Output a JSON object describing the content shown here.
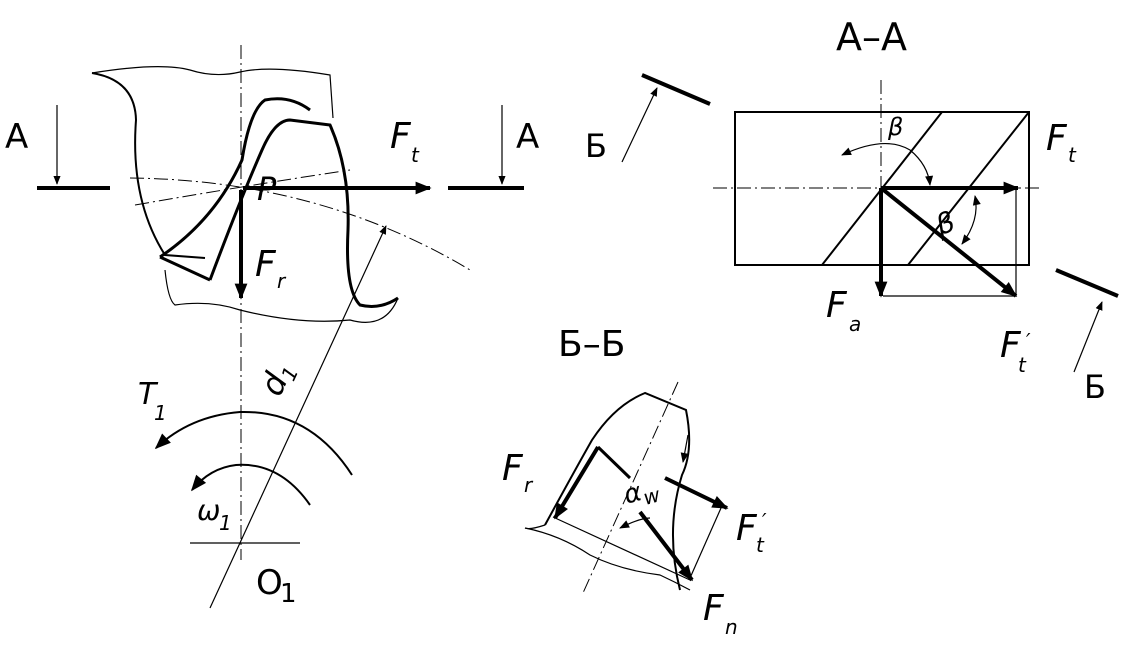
{
  "labels": {
    "section_aa_left": "A",
    "section_aa_right": "A",
    "force_ft_main": "F",
    "force_ft_main_sub": "t",
    "pitch_point": "P",
    "force_fr_main": "F",
    "force_fr_main_sub": "r",
    "diameter": "d",
    "diameter_sub": "1",
    "torque": "T",
    "torque_sub": "1",
    "omega": "ω",
    "omega_sub": "1",
    "center": "O",
    "center_sub": "1",
    "view_aa_title": "A–A",
    "beta_top": "β",
    "beta_right": "β",
    "aa_ft": "F",
    "aa_ft_sub": "t",
    "aa_fa": "F",
    "aa_fa_sub": "a",
    "aa_ftp": "F",
    "aa_ftp_sub": "t",
    "aa_ftp_prime": "′",
    "section_bb_left": "Б",
    "section_bb_right": "Б",
    "view_bb_title": "Б–Б",
    "bb_fr": "F",
    "bb_fr_sub": "r",
    "bb_alpha": "α",
    "bb_alpha_sub": "w",
    "bb_ftp": "F",
    "bb_ftp_sub": "t",
    "bb_ftp_prime": "′",
    "bb_fn": "F",
    "bb_fn_sub": "n"
  }
}
